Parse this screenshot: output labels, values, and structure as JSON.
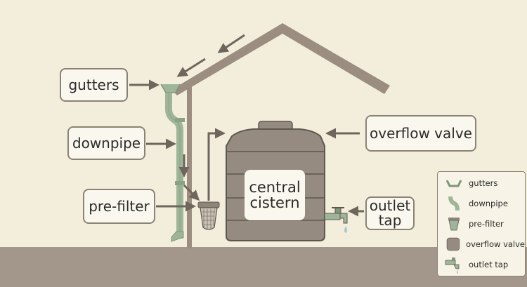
{
  "labels": {
    "gutters": "gutters",
    "downpipe": "downpipe",
    "pre_filter": "pre-filter",
    "overflow_valve": "overflow valve",
    "outlet_tap": "outlet\ntap",
    "cistern": "central\ncistern"
  },
  "legend": [
    {
      "label": "gutters",
      "icon": "gutter-icon"
    },
    {
      "label": "downpipe",
      "icon": "downpipe-icon"
    },
    {
      "label": "pre-filter",
      "icon": "filter-icon"
    },
    {
      "label": "overflow valve",
      "icon": "valve-icon"
    },
    {
      "label": "outlet tap",
      "icon": "tap-icon"
    }
  ],
  "colors": {
    "background": "#f3eedc",
    "ground": "#a3978b",
    "roof": "#9b8d80",
    "pipe": "#9fb59a",
    "cistern": "#968b80",
    "arrow": "#6e665c"
  }
}
